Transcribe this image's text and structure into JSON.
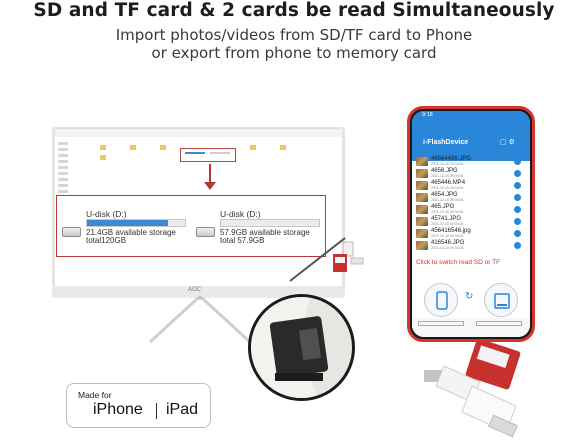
{
  "headline": {
    "title": "SD and TF card & 2 cards be read Simultaneously",
    "line1": "Import photos/videos from SD/TF card to Phone",
    "line2": "or export from phone to memory card"
  },
  "monitor": {
    "brand": "AOC",
    "drives": [
      {
        "name": "U-disk (D:)",
        "fill_fraction": 0.83,
        "available": "21.4GB available storage",
        "total": "total120GB"
      },
      {
        "name": "U-disk (D:)",
        "fill_fraction": 0.0,
        "available": "57.9GB available storage",
        "total": "total 57.9GB"
      }
    ]
  },
  "phone": {
    "time": "9:18",
    "app_title": "i-FlashDevice",
    "header_icons": "▢ ⚙",
    "files": [
      {
        "name": "46564496.JPG",
        "date": "2021-12-16 09:34:04"
      },
      {
        "name": "4656.JPG",
        "date": "2021-12-16 09:34:04"
      },
      {
        "name": "465446.MP4",
        "date": "2021-12-16 09:34:04"
      },
      {
        "name": "4654.JPG",
        "date": "2021-12-16 09:34:04"
      },
      {
        "name": "465.JPG",
        "date": "2021-12-16 09:34:04"
      },
      {
        "name": "45741.JPG",
        "date": "2021-12-16 09:34:04"
      },
      {
        "name": "456416546.jpg",
        "date": "2021-12-16 09:34:04"
      },
      {
        "name": "416546.JPG",
        "date": "2021-12-16 09:34:04"
      }
    ],
    "switch_hint": "Click to switch read SD or TF",
    "refresh_icon": "↻"
  },
  "badge": {
    "made_for": "Made for",
    "apple_glyph": "",
    "iphone": "iPhone",
    "ipad": "iPad"
  },
  "colors": {
    "accent_red": "#b9362f",
    "phone_blue": "#2a86d8",
    "drive_fill": "#3a8ad6"
  }
}
